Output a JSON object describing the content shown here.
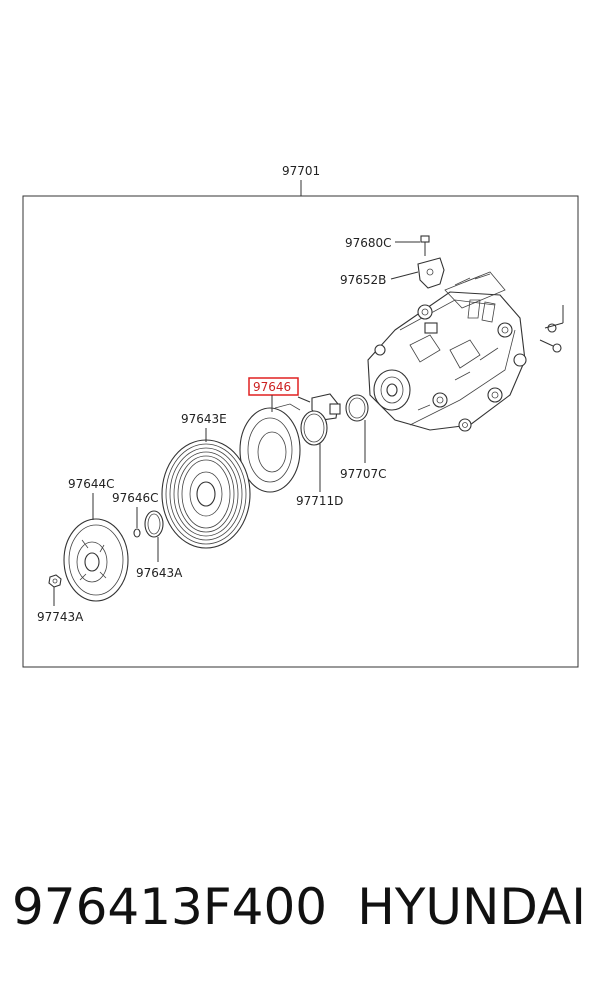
{
  "diagram": {
    "assembly_label": "97701",
    "parts": {
      "p97680C": "97680C",
      "p97652B": "97652B",
      "p97646": "97646",
      "p97643E": "97643E",
      "p97707C": "97707C",
      "p97711D": "97711D",
      "p97644C": "97644C",
      "p97646C": "97646C",
      "p97643A": "97643A",
      "p97743A": "97743A"
    },
    "highlight_color": "#e02020"
  },
  "footer": {
    "part_number": "976413F400",
    "brand": "HYUNDAI"
  }
}
